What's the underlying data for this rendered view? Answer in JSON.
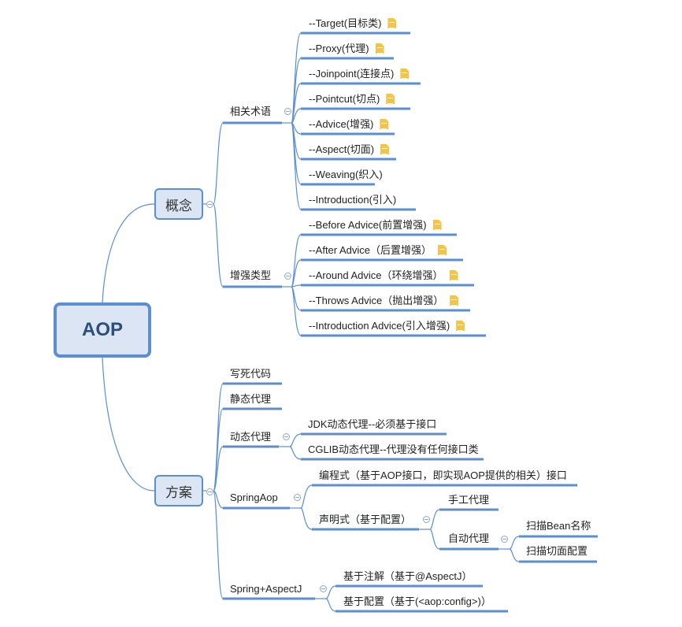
{
  "root": {
    "label": "AOP"
  },
  "colors": {
    "line": "#5b8fd1",
    "node_fill": "#dbe5f3",
    "note": "#f6c343"
  },
  "concept": {
    "label": "概念",
    "terms": {
      "label": "相关术语",
      "items": [
        {
          "label": "--Target(目标类)",
          "note": true
        },
        {
          "label": "--Proxy(代理)",
          "note": true
        },
        {
          "label": "--Joinpoint(连接点)",
          "note": true
        },
        {
          "label": "--Pointcut(切点)",
          "note": true
        },
        {
          "label": "--Advice(增强)",
          "note": true
        },
        {
          "label": "--Aspect(切面)",
          "note": true
        },
        {
          "label": "--Weaving(织入)",
          "note": false
        },
        {
          "label": "--Introduction(引入)",
          "note": false
        }
      ]
    },
    "advice_types": {
      "label": "增强类型",
      "items": [
        {
          "label": "--Before Advice(前置增强)",
          "note": true
        },
        {
          "label": "--After Advice（后置增强）",
          "note": true
        },
        {
          "label": "--Around Advice（环绕增强）",
          "note": true
        },
        {
          "label": "--Throws Advice（抛出增强）",
          "note": true
        },
        {
          "label": "--Introduction Advice(引入增强)",
          "note": true
        }
      ]
    }
  },
  "solution": {
    "label": "方案",
    "hardcode": {
      "label": "写死代码"
    },
    "static_proxy": {
      "label": "静态代理"
    },
    "dynamic_proxy": {
      "label": "动态代理",
      "items": [
        {
          "label": "JDK动态代理--必须基于接口"
        },
        {
          "label": "CGLIB动态代理--代理没有任何接口类"
        }
      ]
    },
    "spring_aop": {
      "label": "SpringAop",
      "programmatic": {
        "label": "编程式（基于AOP接口，即实现AOP提供的相关）接口"
      },
      "declarative": {
        "label": "声明式（基于配置）",
        "manual": {
          "label": "手工代理"
        },
        "auto": {
          "label": "自动代理",
          "items": [
            {
              "label": "扫描Bean名称"
            },
            {
              "label": "扫描切面配置"
            }
          ]
        }
      }
    },
    "spring_aspectj": {
      "label": "Spring+AspectJ",
      "items": [
        {
          "label": "基于注解（基于@AspectJ）"
        },
        {
          "label": "基于配置（基于(<aop:config>)）"
        }
      ]
    }
  }
}
